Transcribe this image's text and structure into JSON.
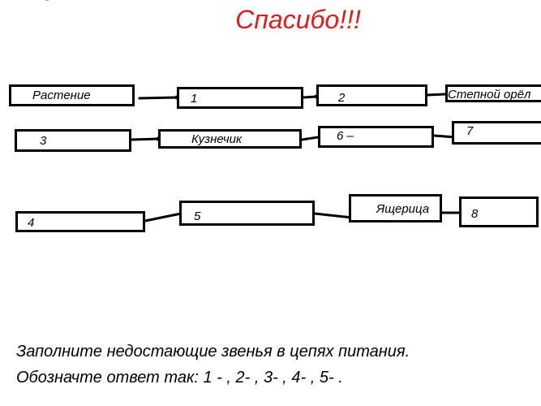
{
  "title": "Спасибо!!!",
  "title_color": "#d42020",
  "top_mark": "̈",
  "chains": [
    {
      "nodes": [
        {
          "label": "Растение"
        },
        {
          "label": "1"
        },
        {
          "label": "2"
        },
        {
          "label": "Степной орёл"
        }
      ]
    },
    {
      "nodes": [
        {
          "label": "3"
        },
        {
          "label": "Кузнечик"
        },
        {
          "label": "6 –"
        },
        {
          "label": "7"
        }
      ]
    },
    {
      "nodes": [
        {
          "label": "4"
        },
        {
          "label": "5"
        },
        {
          "label": "Ящерица"
        },
        {
          "label": "8"
        }
      ]
    }
  ],
  "instructions": {
    "line1": "Заполните недостающие звенья в цепях питания.",
    "line2": "Обозначте ответ так: 1 - , 2- , 3- , 4- , 5- ."
  }
}
